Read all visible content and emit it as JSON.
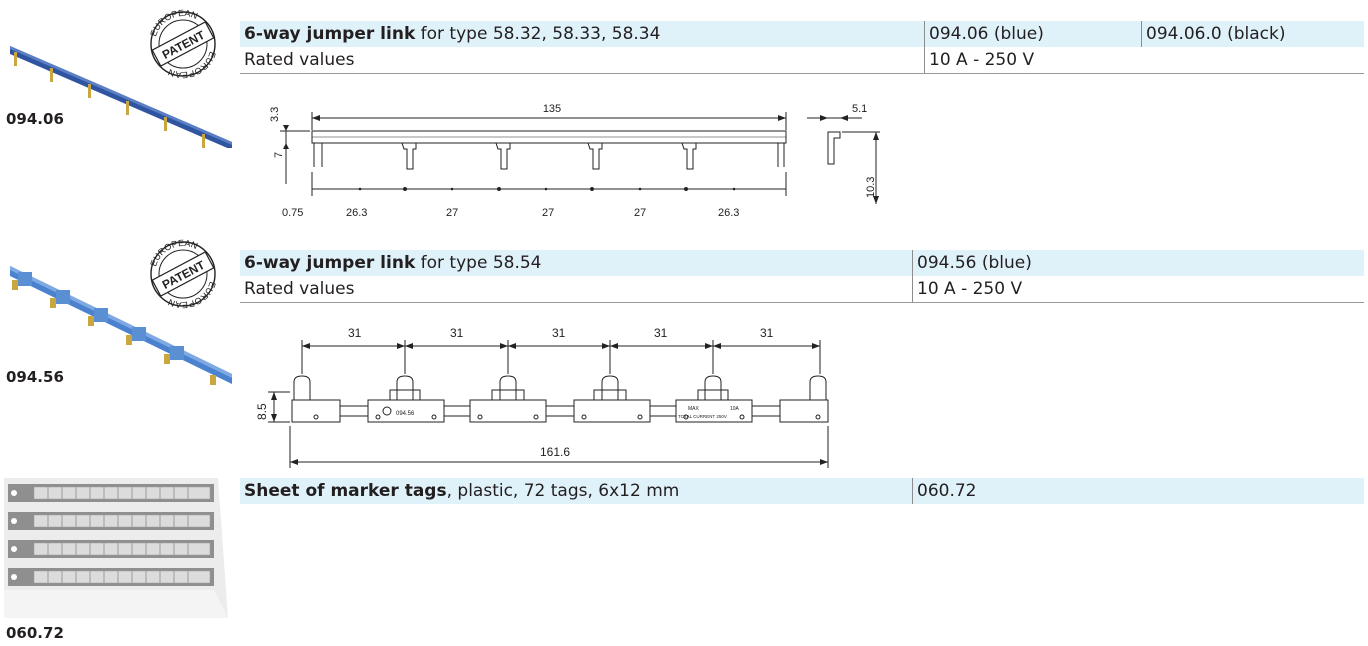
{
  "products": [
    {
      "code": "094.06",
      "stamp": {
        "top": "EUROPEAN",
        "middle": "PATENT",
        "bottom": "EUROPEAN"
      },
      "title_bold": "6-way jumper link",
      "title_rest": " for type 58.32, 58.33, 58.34",
      "part_numbers": [
        "094.06 (blue)",
        "094.06.0 (black)"
      ],
      "rated_label": "Rated values",
      "rated_value": "10 A - 250 V",
      "dimensions": {
        "total_length": "135",
        "height_top": "3.3",
        "pin_height": "7",
        "side_width": "5.1",
        "side_height": "10.3",
        "spacings": [
          "0.75",
          "26.3",
          "27",
          "27",
          "27",
          "26.3"
        ]
      }
    },
    {
      "code": "094.56",
      "stamp": {
        "top": "EUROPEAN",
        "middle": "PATENT",
        "bottom": "EUROPEAN"
      },
      "title_bold": "6-way jumper link",
      "title_rest": " for type 58.54",
      "part_numbers": [
        "094.56 (blue)"
      ],
      "rated_label": "Rated values",
      "rated_value": "10 A - 250 V",
      "dimensions": {
        "pitch": [
          "31",
          "31",
          "31",
          "31",
          "31"
        ],
        "height": "8.5",
        "total_length": "161.6",
        "body_marking": "094.56",
        "max_label": "MAX",
        "current_label": "10A",
        "total_current": "TOTAL CURRENT 250V"
      }
    },
    {
      "code": "060.72",
      "title_bold": "Sheet of marker tags",
      "title_rest": ", plastic, 72 tags, 6x12 mm",
      "part_numbers": [
        "060.72"
      ]
    }
  ],
  "colors": {
    "highlight_row": "#dff1f9",
    "link_blue": "#2f55a0",
    "link_light_blue": "#5b8fd4",
    "pin_brass": "#c9a640"
  }
}
